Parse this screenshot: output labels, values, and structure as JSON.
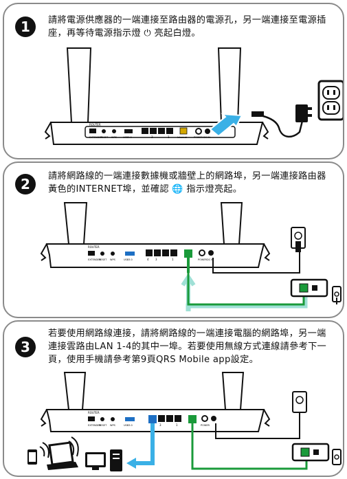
{
  "steps": [
    {
      "number": "1",
      "text_before": "請將電源供應器的一端連接至路由器的電源孔，另一端連接至電源插座，再等待電源指示燈",
      "text_after": "亮起白燈。",
      "indicator_glyph": "power-symbol"
    },
    {
      "number": "2",
      "text_before": "請將網路線的一端連接數據機或牆壁上的網路埠，另一端連接路由器黃色的INTERNET埠，並確認",
      "text_after": "指示燈亮起。",
      "indicator_glyph": "globe-symbol"
    },
    {
      "number": "3",
      "text": "若要使用網路線連接，請將網路線的一端連接電腦的網路埠，另一端連接雲路由LAN 1-4的其中一埠。若要使用無線方式連線請參考下一頁，使用手機請參考第9頁QRS Mobile app設定。"
    }
  ],
  "router_labels": {
    "router": "ROUTER",
    "extender": "EXTENDER",
    "reset": "RESET",
    "wps": "WPS",
    "usb": "USB3.0",
    "port4": "4",
    "port3": "3",
    "port2": "2",
    "port1": "1",
    "internet": "Internet",
    "power": "POWER",
    "dc": "DC IN"
  },
  "colors": {
    "panel_border": "#8a8a8a",
    "internet_port": "#d4a800",
    "usb_port": "#1d6fc4",
    "lan_cable": "#1a9a3a",
    "arrow_blue": "#3ab0e6",
    "arrow_light": "#9fe0d6"
  }
}
